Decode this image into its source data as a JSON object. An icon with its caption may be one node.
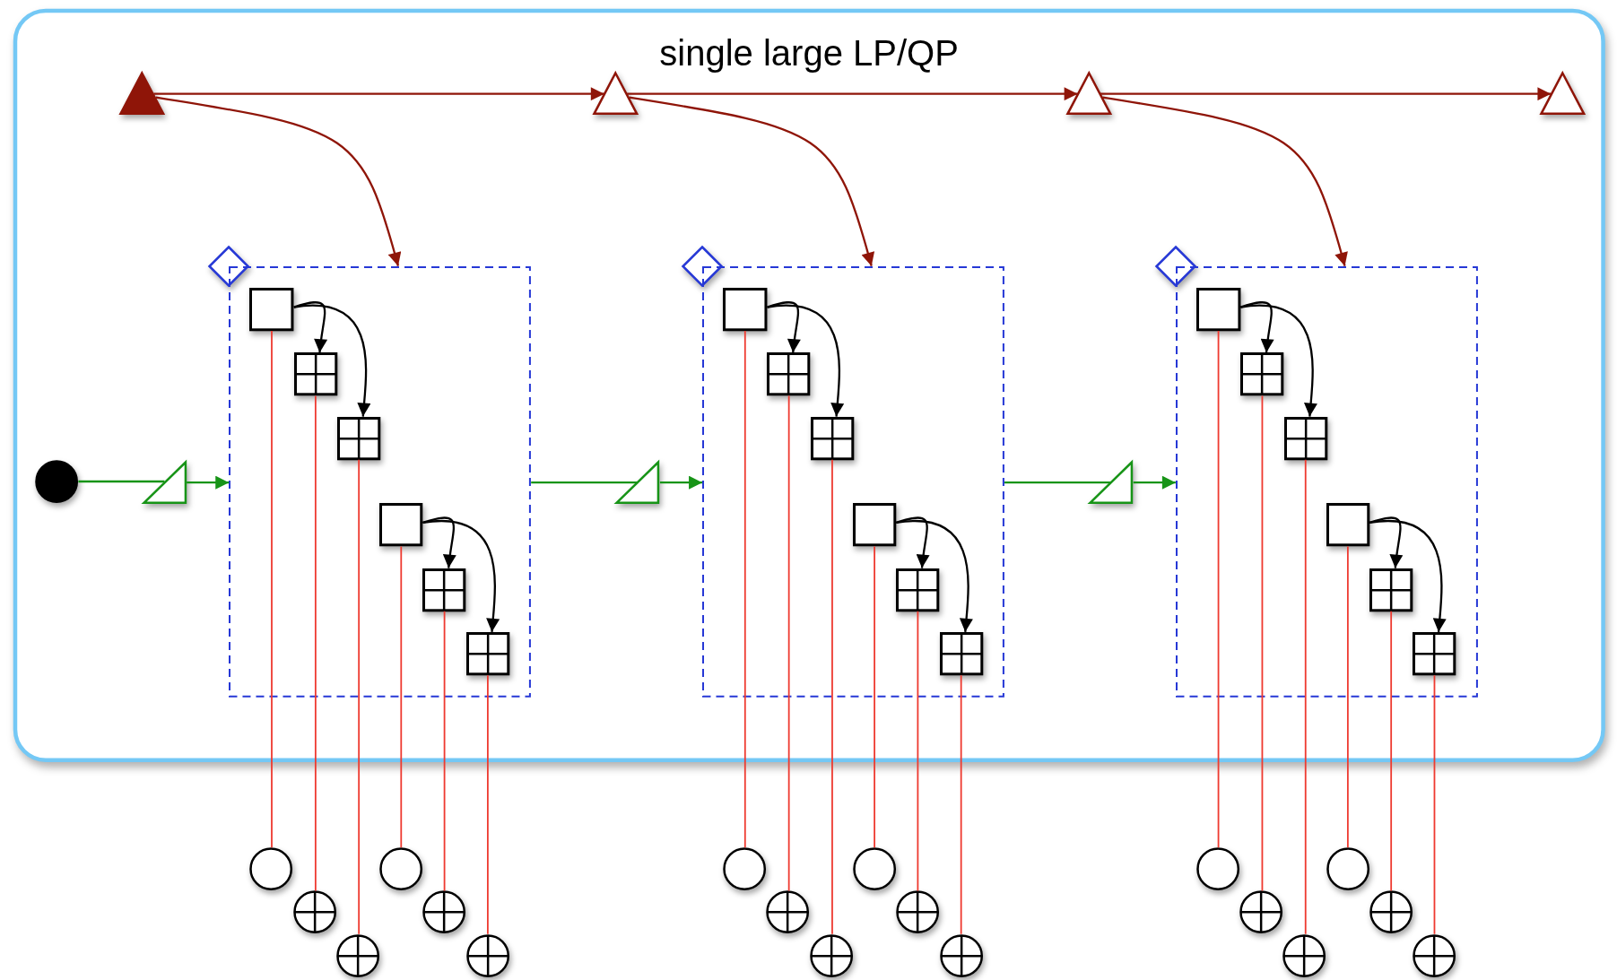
{
  "diagram": {
    "nodes": [
      {
        "text": [
          "single large LP/QP"
        ]
      },
      {
        "text": [],
        "shape": "triangle",
        "in": 0
      },
      {
        "text": [],
        "shape": "triangle",
        "in": 0
      },
      {
        "text": [],
        "shape": "triangle",
        "in": 0
      },
      {
        "text": [],
        "shape": "triangle",
        "in": 0
      },
      {
        "text": [],
        "shape": "circle",
        "in": 0
      },
      {
        "text": [],
        "shape": "triangle",
        "in": 0
      },
      {
        "text": [],
        "shape": "diamond",
        "in": 0
      },
      {
        "text": [],
        "shape": "box",
        "in": 0
      },
      {
        "text": [],
        "shape": "square",
        "in": 8
      },
      {
        "text": [],
        "shape": "grid",
        "in": 8
      },
      {
        "text": [],
        "shape": "grid",
        "in": 8
      },
      {
        "text": [],
        "shape": "square",
        "in": 8
      },
      {
        "text": [],
        "shape": "grid",
        "in": 8
      },
      {
        "text": [],
        "shape": "grid",
        "in": 8
      },
      {
        "text": [],
        "shape": "triangle",
        "in": 0
      },
      {
        "text": [],
        "shape": "diamond",
        "in": 0
      },
      {
        "text": [],
        "shape": "box",
        "in": 0
      },
      {
        "text": [],
        "shape": "square",
        "in": 17
      },
      {
        "text": [],
        "shape": "grid",
        "in": 17
      },
      {
        "text": [],
        "shape": "grid",
        "in": 17
      },
      {
        "text": [],
        "shape": "square",
        "in": 17
      },
      {
        "text": [],
        "shape": "grid",
        "in": 17
      },
      {
        "text": [],
        "shape": "grid",
        "in": 17
      },
      {
        "text": [],
        "shape": "triangle",
        "in": 0
      },
      {
        "text": [],
        "shape": "diamond",
        "in": 0
      },
      {
        "text": [],
        "shape": "box",
        "in": 0
      },
      {
        "text": [],
        "shape": "square",
        "in": 26
      },
      {
        "text": [],
        "shape": "grid",
        "in": 26
      },
      {
        "text": [],
        "shape": "grid",
        "in": 26
      },
      {
        "text": [],
        "shape": "square",
        "in": 26
      },
      {
        "text": [],
        "shape": "grid",
        "in": 26
      },
      {
        "text": [],
        "shape": "grid",
        "in": 26
      },
      {
        "text": [],
        "shape": "circle"
      },
      {
        "text": [],
        "shape": "oplus"
      },
      {
        "text": [],
        "shape": "oplus"
      },
      {
        "text": [],
        "shape": "circle"
      },
      {
        "text": [],
        "shape": "oplus"
      },
      {
        "text": [],
        "shape": "oplus"
      },
      {
        "text": [],
        "shape": "circle"
      },
      {
        "text": [],
        "shape": "oplus"
      },
      {
        "text": [],
        "shape": "oplus"
      },
      {
        "text": [],
        "shape": "circle"
      },
      {
        "text": [],
        "shape": "oplus"
      },
      {
        "text": [],
        "shape": "oplus"
      },
      {
        "text": [],
        "shape": "circle"
      },
      {
        "text": [],
        "shape": "oplus"
      },
      {
        "text": [],
        "shape": "oplus"
      },
      {
        "text": [],
        "shape": "circle"
      },
      {
        "text": [],
        "shape": "oplus"
      },
      {
        "text": [],
        "shape": "oplus"
      }
    ],
    "edges": [
      {
        "from": 1,
        "to": 2,
        "arrow": "to",
        "color": "#8f1508"
      },
      {
        "from": 2,
        "to": 3,
        "arrow": "to",
        "color": "#8f1508"
      },
      {
        "from": 3,
        "to": 4,
        "arrow": "to",
        "color": "#8f1508"
      },
      {
        "from": 1,
        "to": 8,
        "arrow": "to",
        "color": "#8f1508"
      },
      {
        "from": 2,
        "to": 17,
        "arrow": "to",
        "color": "#8f1508"
      },
      {
        "from": 3,
        "to": 26,
        "arrow": "to",
        "color": "#8f1508"
      },
      {
        "from": 5,
        "to": 6,
        "arrow": "none",
        "color": "#179417"
      },
      {
        "from": 6,
        "to": 8,
        "arrow": "to",
        "color": "#179417"
      },
      {
        "from": 8,
        "to": 15,
        "arrow": "none",
        "color": "#179417"
      },
      {
        "from": 15,
        "to": 17,
        "arrow": "to",
        "color": "#179417"
      },
      {
        "from": 17,
        "to": 24,
        "arrow": "none",
        "color": "#179417"
      },
      {
        "from": 24,
        "to": 26,
        "arrow": "to",
        "color": "#179417"
      },
      {
        "from": 9,
        "to": 10,
        "arrow": "to",
        "color": "#000000"
      },
      {
        "from": 9,
        "to": 11,
        "arrow": "to",
        "color": "#000000"
      },
      {
        "from": 12,
        "to": 13,
        "arrow": "to",
        "color": "#000000"
      },
      {
        "from": 12,
        "to": 14,
        "arrow": "to",
        "color": "#000000"
      },
      {
        "from": 18,
        "to": 19,
        "arrow": "to",
        "color": "#000000"
      },
      {
        "from": 18,
        "to": 20,
        "arrow": "to",
        "color": "#000000"
      },
      {
        "from": 21,
        "to": 22,
        "arrow": "to",
        "color": "#000000"
      },
      {
        "from": 21,
        "to": 23,
        "arrow": "to",
        "color": "#000000"
      },
      {
        "from": 27,
        "to": 28,
        "arrow": "to",
        "color": "#000000"
      },
      {
        "from": 27,
        "to": 29,
        "arrow": "to",
        "color": "#000000"
      },
      {
        "from": 30,
        "to": 31,
        "arrow": "to",
        "color": "#000000"
      },
      {
        "from": 30,
        "to": 32,
        "arrow": "to",
        "color": "#000000"
      },
      {
        "from": 9,
        "to": 33,
        "arrow": "none"
      },
      {
        "from": 10,
        "to": 34,
        "arrow": "none"
      },
      {
        "from": 11,
        "to": 35,
        "arrow": "none"
      },
      {
        "from": 12,
        "to": 36,
        "arrow": "none"
      },
      {
        "from": 13,
        "to": 37,
        "arrow": "none"
      },
      {
        "from": 14,
        "to": 38,
        "arrow": "none"
      },
      {
        "from": 18,
        "to": 39,
        "arrow": "none"
      },
      {
        "from": 19,
        "to": 40,
        "arrow": "none"
      },
      {
        "from": 20,
        "to": 41,
        "arrow": "none"
      },
      {
        "from": 21,
        "to": 42,
        "arrow": "none"
      },
      {
        "from": 22,
        "to": 43,
        "arrow": "none"
      },
      {
        "from": 23,
        "to": 44,
        "arrow": "none"
      },
      {
        "from": 27,
        "to": 45,
        "arrow": "none"
      },
      {
        "from": 28,
        "to": 46,
        "arrow": "none"
      },
      {
        "from": 29,
        "to": 47,
        "arrow": "none"
      },
      {
        "from": 30,
        "to": 48,
        "arrow": "none"
      },
      {
        "from": 31,
        "to": 49,
        "arrow": "none"
      },
      {
        "from": 32,
        "to": 50,
        "arrow": "none"
      }
    ]
  }
}
